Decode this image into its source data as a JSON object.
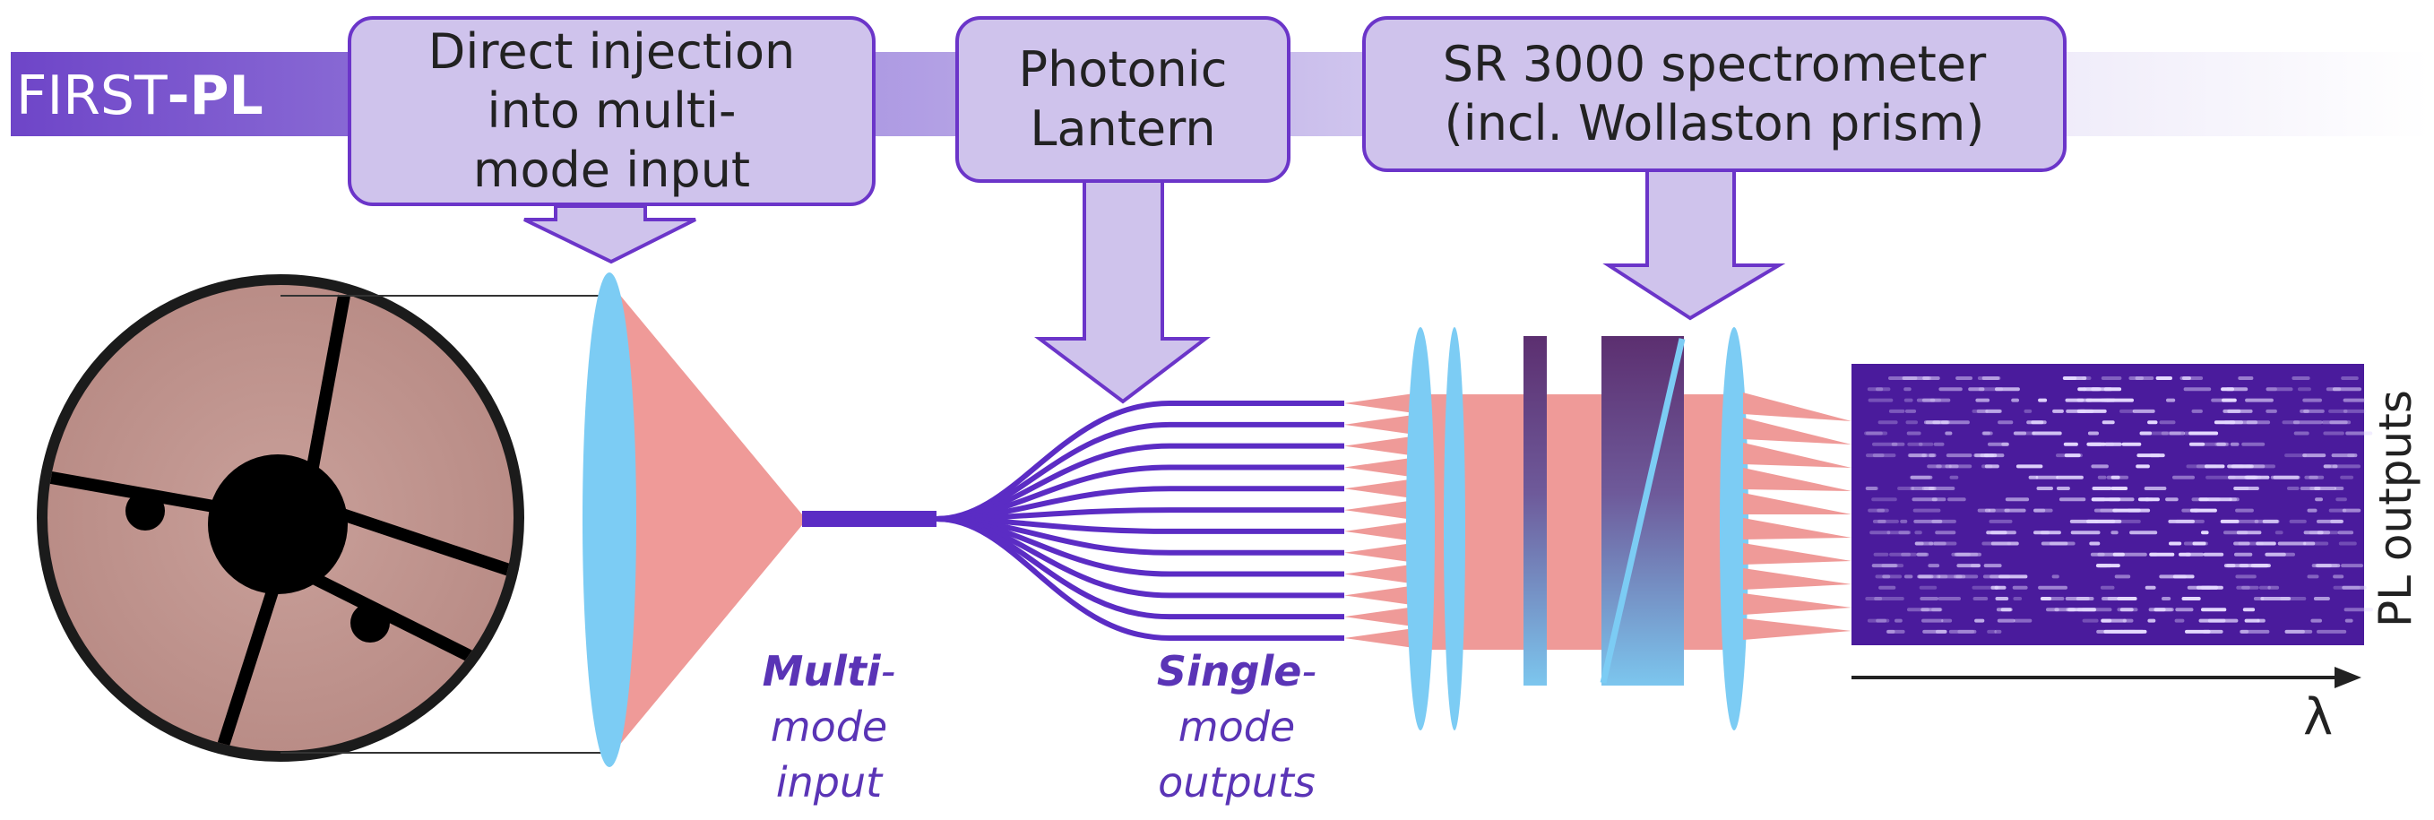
{
  "banner": {
    "title_prefix": "FIRST",
    "title_suffix": "-PL"
  },
  "callouts": {
    "injection": "Direct injection\ninto multi-\nmode input",
    "lantern": "Photonic\nLantern",
    "spectrometer": "SR 3000 spectrometer\n(incl. Wollaston prism)"
  },
  "labels": {
    "multi_bold": "Multi",
    "multi_dash": "-",
    "multi_rest1": "mode",
    "multi_rest2": "input",
    "single_bold": "Single",
    "single_dash": "-",
    "single_rest1": "mode",
    "single_rest2": "outputs"
  },
  "detector": {
    "y_label": "PL outputs",
    "x_label": "λ"
  },
  "colors": {
    "purple_dark": "#4b1fa6",
    "purple_fiber": "#5b2cc4",
    "lavender": "#cfc3ec",
    "lavender_border": "#6b35c9",
    "lens_blue": "#7cccf4",
    "beam_pink": "#ef9a98",
    "pupil_fill": "#c49890",
    "prism": "#6b3f7a"
  },
  "icons": [
    "down-arrow-icon",
    "lens-icon",
    "prism-icon",
    "pupil-mask-icon"
  ]
}
